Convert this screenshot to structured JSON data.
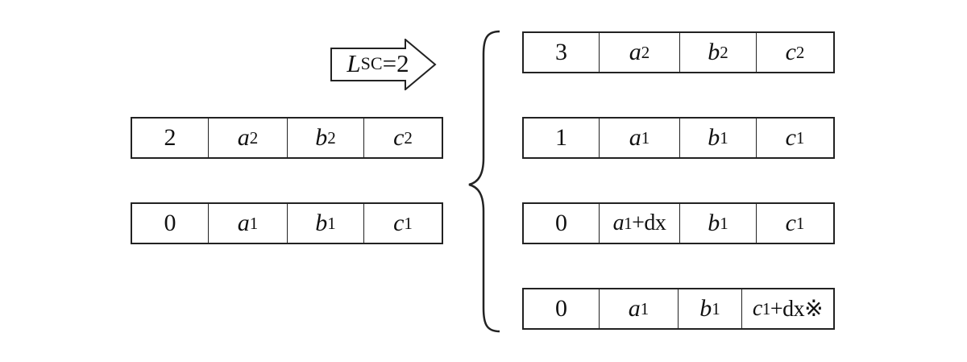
{
  "step": {
    "symbol": "L",
    "subscript": "SC",
    "rest": "=2"
  },
  "input_records": [
    {
      "id": "2",
      "a": {
        "base": "a",
        "sub": "2"
      },
      "b": {
        "base": "b",
        "sub": "2"
      },
      "c": {
        "base": "c",
        "sub": "2"
      }
    },
    {
      "id": "0",
      "a": {
        "base": "a",
        "sub": "1"
      },
      "b": {
        "base": "b",
        "sub": "1"
      },
      "c": {
        "base": "c",
        "sub": "1"
      }
    }
  ],
  "output_records": [
    {
      "id": "3",
      "a": {
        "base": "a",
        "sub": "2"
      },
      "b": {
        "base": "b",
        "sub": "2"
      },
      "c": {
        "base": "c",
        "sub": "2"
      }
    },
    {
      "id": "1",
      "a": {
        "base": "a",
        "sub": "1"
      },
      "b": {
        "base": "b",
        "sub": "1"
      },
      "c": {
        "base": "c",
        "sub": "1"
      }
    },
    {
      "id": "0",
      "a": {
        "base": "a",
        "sub": "1",
        "tail": "+dx"
      },
      "b": {
        "base": "b",
        "sub": "1"
      },
      "c": {
        "base": "c",
        "sub": "1"
      }
    },
    {
      "id": "0",
      "a": {
        "base": "a",
        "sub": "1"
      },
      "b": {
        "base": "b",
        "sub": "1"
      },
      "c": {
        "base": "c",
        "sub": "1",
        "tail": "+dx※"
      }
    }
  ]
}
